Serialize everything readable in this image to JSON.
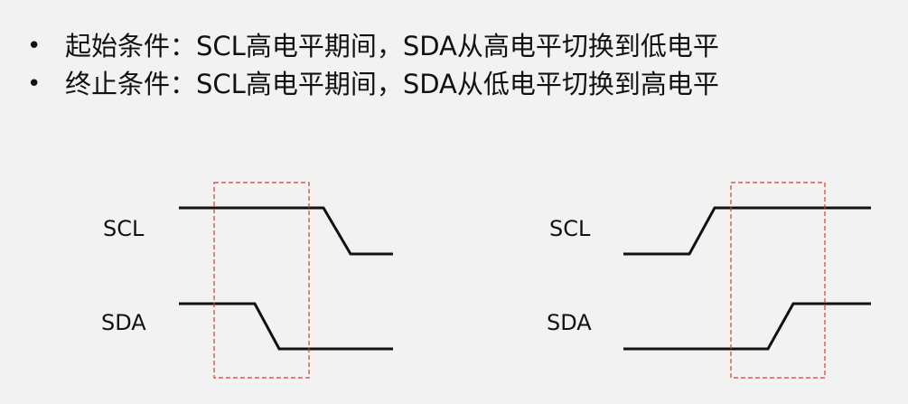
{
  "bullets": [
    {
      "marker": "•",
      "text": "起始条件：SCL高电平期间，SDA从高电平切换到低电平"
    },
    {
      "marker": "•",
      "text": "终止条件：SCL高电平期间，SDA从低电平切换到高电平"
    }
  ],
  "start_diagram": {
    "scl_label": "SCL",
    "sda_label": "SDA"
  },
  "stop_diagram": {
    "scl_label": "SCL",
    "sda_label": "SDA"
  },
  "colors": {
    "background": "#f2f2f2",
    "waveform": "#111111",
    "highlight_box": "#e0392b"
  }
}
